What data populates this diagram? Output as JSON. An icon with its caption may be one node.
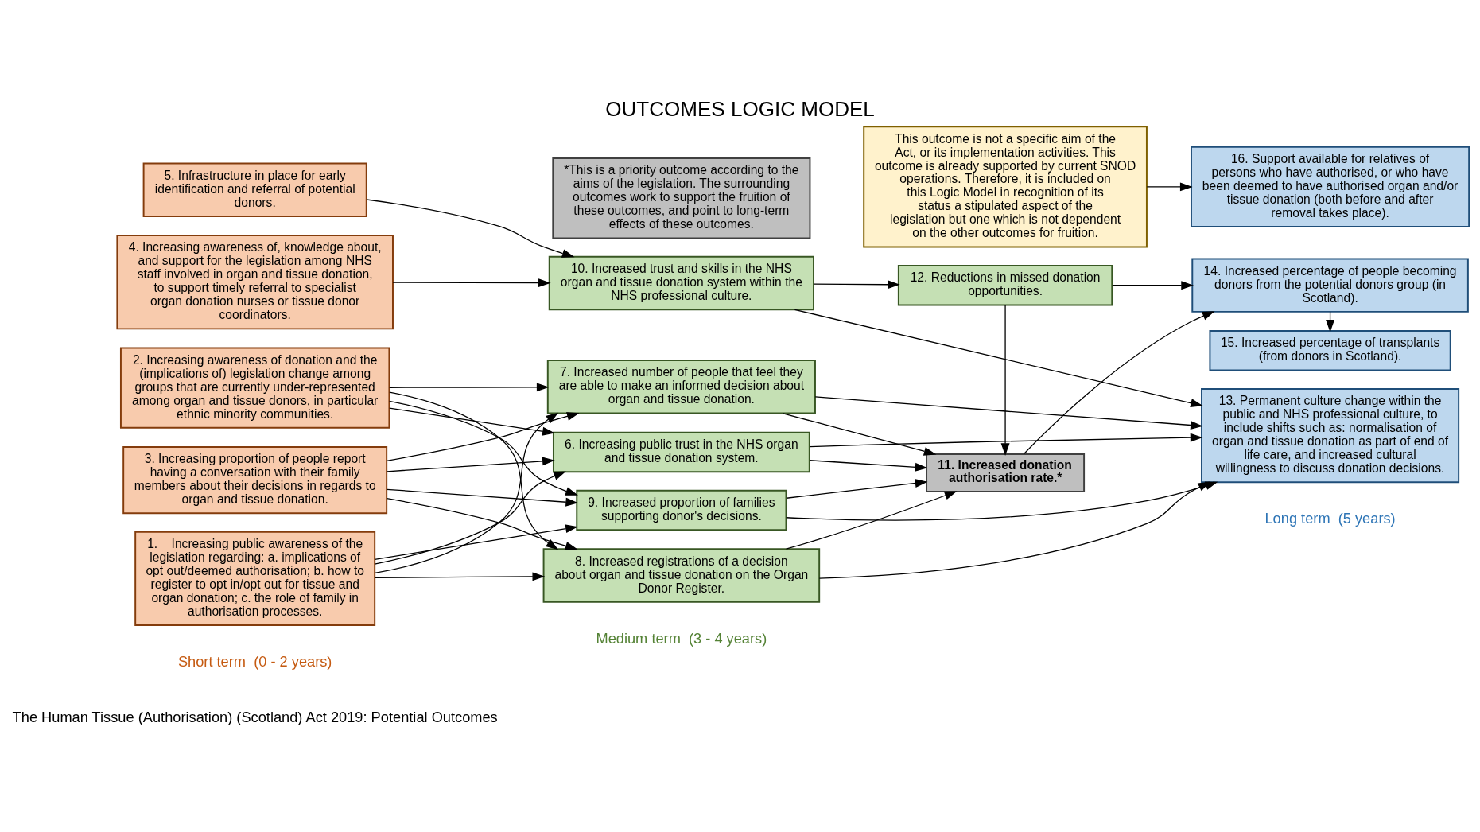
{
  "diagram": {
    "title": "OUTCOMES LOGIC MODEL",
    "nodes": [
      {
        "text": [
          "1.    Increasing public awareness of the legislation regarding: a. implications of opt out/deemed authorisation; b. how to register to opt in/opt out for tissue and organ donation; c. the role of family in authorisation processes."
        ]
      },
      {
        "text": [
          "2. Increasing awareness of donation and the (implications of) legislation change among groups that are currently under-represented among organ and tissue donors, in particular ethnic minority communities."
        ]
      },
      {
        "text": [
          "3. Increasing proportion of people report having a conversation with their family members about their decisions in regards to organ and tissue donation."
        ]
      },
      {
        "text": [
          "4. Increasing awareness of, knowledge about, and support for the legislation among NHS staff involved in organ and tissue donation, to support timely referral to specialist organ donation nurses or tissue donor coordinators."
        ]
      },
      {
        "text": [
          "5. Infrastructure in place for early identification and referral of potential donors."
        ]
      },
      {
        "text": [
          "6. Increasing public trust in the NHS organ and tissue donation system."
        ]
      },
      {
        "text": [
          "7. Increased number of people that feel they are able to make an informed decision about organ and tissue donation."
        ]
      },
      {
        "text": [
          "8. Increased registrations of a decision about organ and tissue donation on the Organ Donor Register."
        ]
      },
      {
        "text": [
          "9. Increased proportion of families supporting donor's decisions."
        ]
      },
      {
        "text": [
          "10. Increased trust and skills in the NHS organ and tissue donation system within the NHS professional culture."
        ]
      },
      {
        "text": [
          "11. Increased donation authorisation rate.*"
        ]
      },
      {
        "text": [
          "12. Reductions in missed donation opportunities."
        ]
      },
      {
        "text": [
          "13. Permanent culture change within the public and NHS professional culture, to include shifts such as: normalisation of organ and tissue donation as part of end of life care, and increased cultural willingness to discuss donation decisions."
        ]
      },
      {
        "text": [
          "14. Increased percentage of people becoming donors from the potential donors group (in Scotland)."
        ]
      },
      {
        "text": [
          "15. Increased percentage of transplants (from donors in Scotland)."
        ]
      },
      {
        "text": [
          "16. Support available for relatives of persons who have authorised, or who have been deemed to have authorised organ and/or tissue donation (both before and after removal takes place)."
        ]
      },
      {
        "text": [
          "*This is a priority outcome according to the aims of the legislation. The surrounding outcomes work to support the fruition of these outcomes, and point to long-term effects of these outcomes."
        ]
      },
      {
        "text": [
          "This outcome is not a specific aim of the Act, or its implementation activities. This outcome is already supported by current SNOD operations. Therefore, it is included on this Logic Model in recognition of its status a stipulated aspect of the legislation but one which is not dependent on the other outcomes for fruition."
        ]
      }
    ],
    "edges": [
      {
        "from": 0,
        "to": 5,
        "arrow": "to"
      },
      {
        "from": 0,
        "to": 6,
        "arrow": "to"
      },
      {
        "from": 0,
        "to": 7,
        "arrow": "to"
      },
      {
        "from": 0,
        "to": 8,
        "arrow": "to"
      },
      {
        "from": 1,
        "to": 5,
        "arrow": "to"
      },
      {
        "from": 1,
        "to": 6,
        "arrow": "to"
      },
      {
        "from": 1,
        "to": 7,
        "arrow": "to"
      },
      {
        "from": 1,
        "to": 8,
        "arrow": "to"
      },
      {
        "from": 2,
        "to": 5,
        "arrow": "to"
      },
      {
        "from": 2,
        "to": 6,
        "arrow": "to"
      },
      {
        "from": 2,
        "to": 7,
        "arrow": "to"
      },
      {
        "from": 2,
        "to": 8,
        "arrow": "to"
      },
      {
        "from": 3,
        "to": 9,
        "arrow": "to"
      },
      {
        "from": 4,
        "to": 9,
        "arrow": "to"
      },
      {
        "from": 5,
        "to": 10,
        "arrow": "to"
      },
      {
        "from": 6,
        "to": 10,
        "arrow": "to"
      },
      {
        "from": 7,
        "to": 10,
        "arrow": "to"
      },
      {
        "from": 8,
        "to": 10,
        "arrow": "to"
      },
      {
        "from": 5,
        "to": 12,
        "arrow": "to"
      },
      {
        "from": 6,
        "to": 12,
        "arrow": "to"
      },
      {
        "from": 7,
        "to": 12,
        "arrow": "to"
      },
      {
        "from": 8,
        "to": 12,
        "arrow": "to"
      },
      {
        "from": 9,
        "to": 12,
        "arrow": "to"
      },
      {
        "from": 9,
        "to": 11,
        "arrow": "to"
      },
      {
        "from": 11,
        "to": 10,
        "arrow": "to"
      },
      {
        "from": 11,
        "to": 13,
        "arrow": "to"
      },
      {
        "from": 10,
        "to": 13,
        "arrow": "to"
      },
      {
        "from": 13,
        "to": 14,
        "arrow": "to"
      },
      {
        "from": 17,
        "to": 15,
        "arrow": "to"
      }
    ],
    "labels": [
      "The Human Tissue (Authorisation) (Scotland) Act 2019: Potential Outcomes",
      "Short term  (0 - 2 years)",
      "Medium term  (3 - 4 years)",
      "Long term  (5 years)"
    ]
  }
}
